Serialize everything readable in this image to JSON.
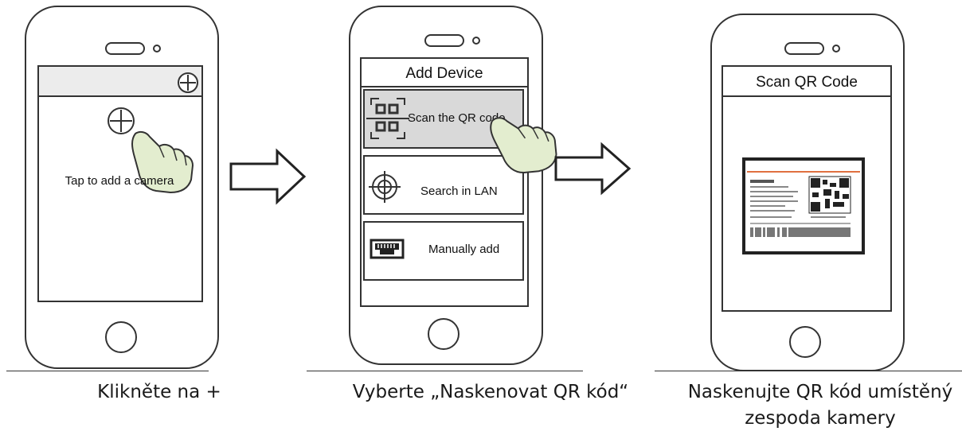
{
  "steps": [
    {
      "screen_hint": "Tap  to add a camera",
      "caption": "Klikněte na +"
    },
    {
      "screen_title": "Add Device",
      "options": [
        {
          "label": "Scan the QR code",
          "icon": "qr-code-icon"
        },
        {
          "label": "Search in LAN",
          "icon": "crosshair-icon"
        },
        {
          "label": "Manually add",
          "icon": "ethernet-port-icon"
        }
      ],
      "caption": "Vyberte „Naskenovat QR kód“"
    },
    {
      "screen_title": "Scan QR Code",
      "caption": "Naskenujte QR kód umístěný zespoda kamery"
    }
  ],
  "colors": {
    "outline": "#333333",
    "highlight": "#d9d9d9",
    "hand_fill": "#e3edcf",
    "label_accent": "#e07040"
  },
  "icons": [
    "plus-circle-icon",
    "hand-pointer-icon",
    "arrow-right-icon",
    "qr-code-icon",
    "crosshair-icon",
    "ethernet-port-icon",
    "barcode-icon"
  ]
}
